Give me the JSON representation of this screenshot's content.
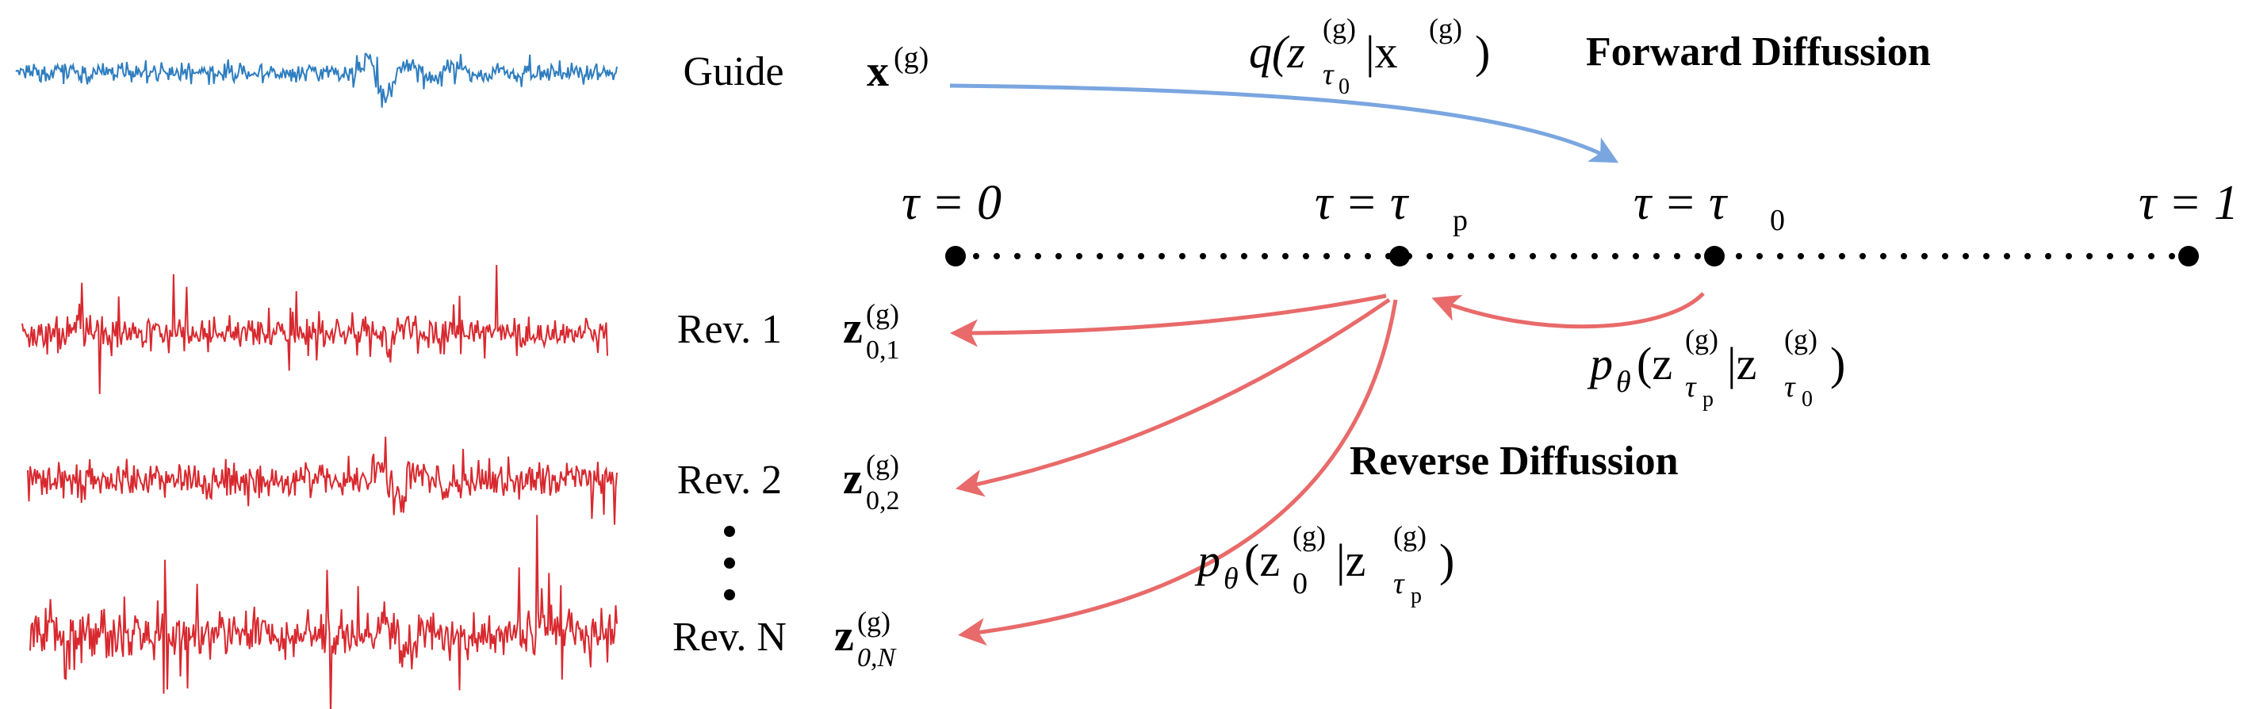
{
  "colors": {
    "guide": "#2e7dbf",
    "reverse": "#d8292f",
    "forward_arrow": "#7aa6e0",
    "reverse_arrow": "#e86a6a",
    "ink": "#000000"
  },
  "labels": {
    "forward_title": "Forward Diffussion",
    "reverse_title": "Reverse Diffussion",
    "guide": "Guide",
    "rev1": "Rev. 1",
    "rev2": "Rev. 2",
    "revN": "Rev. N",
    "ellipsis": "⋮"
  },
  "timeline": {
    "t0_label": "τ = 0",
    "tp_label": "τ = τ",
    "tp_sub": "p",
    "ttau0_label": "τ = τ",
    "ttau0_sub": "0",
    "t1_label": "τ = 1"
  },
  "math": {
    "x_guide": "x",
    "x_guide_sup": "(g)",
    "q_expr": "q(z",
    "q_sub": "τ",
    "q_subsub": "0",
    "q_sup": "(g)",
    "q_cond": "|x",
    "q_cond_sup": "(g)",
    "q_close": ")",
    "ptheta_tp": "p",
    "ptheta_tp_sub": "θ",
    "ptheta_tp_z": "(z",
    "ptheta_tp_zsub": "τ",
    "ptheta_tp_zsubsub": "p",
    "ptheta_tp_zsup": "(g)",
    "ptheta_tp_cond": "|z",
    "ptheta_tp_condsub": "τ",
    "ptheta_tp_condsubsub": "0",
    "ptheta_tp_condsup": "(g)",
    "ptheta_tp_close": ")",
    "ptheta_0": "p",
    "ptheta_0_sub": "θ",
    "ptheta_0_z": "(z",
    "ptheta_0_zsub": "0",
    "ptheta_0_zsup": "(g)",
    "ptheta_0_cond": "|z",
    "ptheta_0_condsub": "τ",
    "ptheta_0_condsubsub": "p",
    "ptheta_0_condsup": "(g)",
    "ptheta_0_close": ")",
    "z1": "z",
    "z1_sub": "0,1",
    "z1_sup": "(g)",
    "z2": "z",
    "z2_sub": "0,2",
    "z2_sup": "(g)",
    "zN": "z",
    "zN_sub": "0,N",
    "zN_sup": "(g)"
  }
}
